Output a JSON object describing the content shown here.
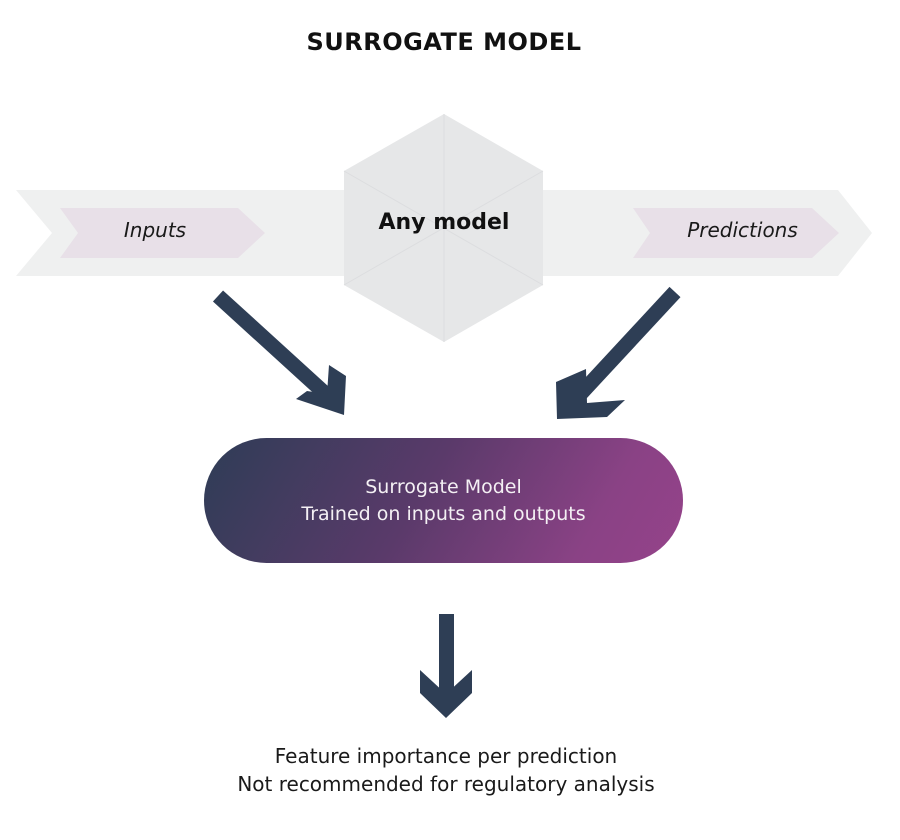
{
  "title": "SURROGATE MODEL",
  "flow": {
    "input_label": "Inputs",
    "model_label": "Any model",
    "output_label": "Predictions"
  },
  "surrogate": {
    "line1": "Surrogate Model",
    "line2": "Trained on inputs and outputs"
  },
  "result": {
    "line1": "Feature importance per prediction",
    "line2": "Not recommended for regulatory analysis"
  },
  "colors": {
    "arrow": "#2e3e55",
    "band": "#eff0f0",
    "chevron": "#e8e0e8",
    "hexagon": "#e6e7e8",
    "gradient_start": "#2e3d56",
    "gradient_end": "#95438a"
  }
}
